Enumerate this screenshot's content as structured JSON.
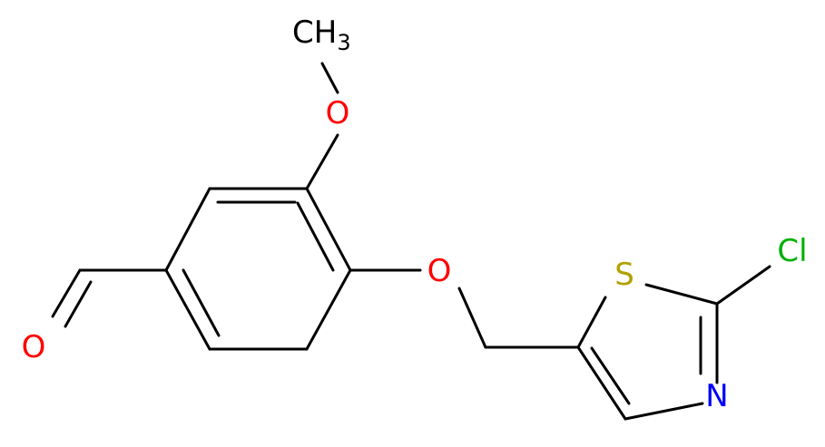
{
  "molecule": {
    "atoms": {
      "methyl": {
        "text": "CH",
        "subscript": "3",
        "color": "#000000"
      },
      "methoxy_oxygen": {
        "text": "O",
        "color": "#ff0000"
      },
      "ether_oxygen": {
        "text": "O",
        "color": "#ff0000"
      },
      "aldehyde_oxygen": {
        "text": "O",
        "color": "#ff0000"
      },
      "sulfur": {
        "text": "S",
        "color": "#b2a100"
      },
      "chlorine": {
        "text": "Cl",
        "color": "#00b000"
      },
      "nitrogen": {
        "text": "N",
        "color": "#0000ff"
      }
    },
    "bond_color": "#000000"
  }
}
